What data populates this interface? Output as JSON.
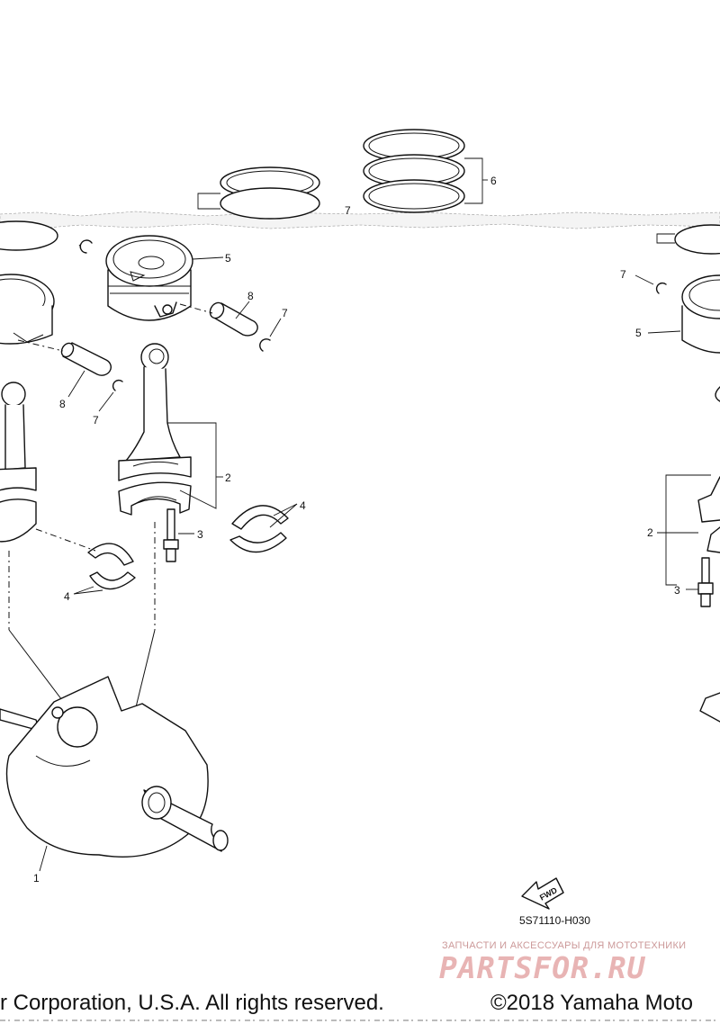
{
  "diagram": {
    "callouts": {
      "crankshaft": "1",
      "connecting_rod_left": "2",
      "connecting_rod_right": "2",
      "rod_bolt_left": "3",
      "rod_bolt_right": "3",
      "bearing_left": "4",
      "bearing_right": "4",
      "piston_center": "5",
      "piston_right": "5",
      "piston_ring_set": "6",
      "circlip_top": "7",
      "circlip_center": "7",
      "circlip_left": "7",
      "circlip_right": "7",
      "piston_pin_center": "8",
      "piston_pin_left": "8"
    },
    "fwd_label": "FWD",
    "ref_code": "5S71110-H030"
  },
  "watermark": {
    "subtitle": "ЗАПЧАСТИ И АКСЕССУАРЫ ДЛЯ МОТОТЕХНИКИ",
    "logo": "PARTSFOR.RU"
  },
  "footer": {
    "copyright_left": "r Corporation, U.S.A. All rights reserved.",
    "copyright_right": "©2018 Yamaha Moto"
  }
}
